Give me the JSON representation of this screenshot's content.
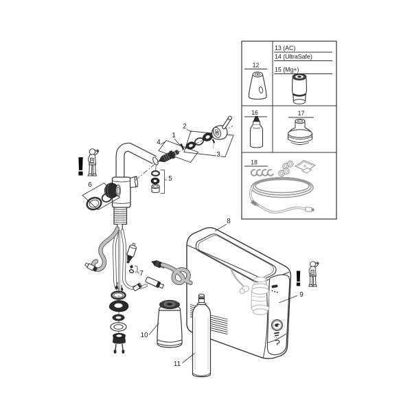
{
  "callouts": {
    "n1": "1",
    "n2": "2",
    "n3": "3",
    "n4": "4",
    "n5": "5",
    "n6": "6",
    "n7": "7",
    "n8": "8",
    "n9": "9",
    "n10": "10",
    "n11": "11"
  },
  "warning_mark": "!",
  "parts_table": {
    "item12": "12",
    "item13": "13 (AC)",
    "item14": "14 (UltraSafe)",
    "item15": "15 (Mg+)",
    "item16": "16",
    "item17": "17",
    "item18": "18"
  },
  "colors": {
    "line": "#333333",
    "dark": "#2b2b2b",
    "ghost": "#b5b5b5",
    "accessory": "#999999",
    "background": "#ffffff"
  }
}
